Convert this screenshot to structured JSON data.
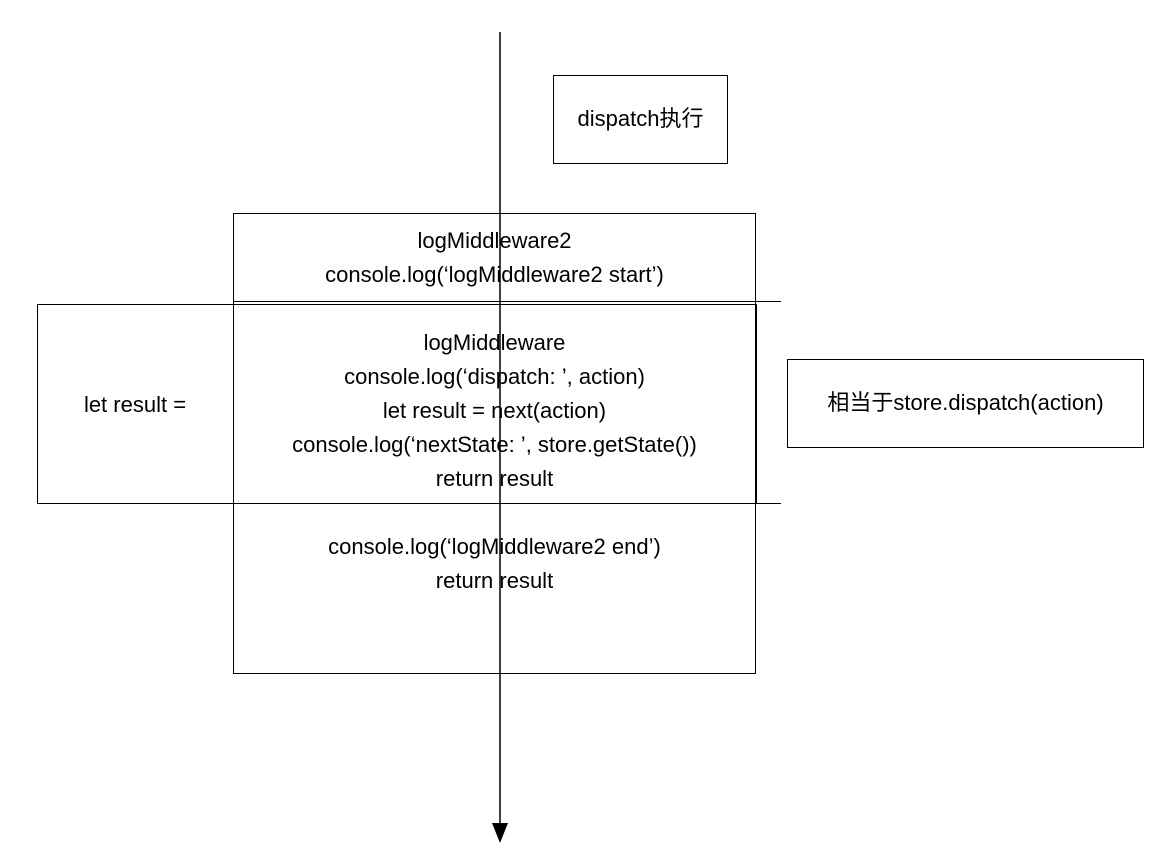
{
  "diagram": {
    "dispatch_label": "dispatch执行",
    "middleware2_top": {
      "lines": [
        "logMiddleware2",
        "console.log(‘logMiddleware2 start’)"
      ]
    },
    "middleware_inner": {
      "lines": [
        "logMiddleware",
        "console.log(‘dispatch: ’, action)",
        "let result = next(action)",
        "console.log(‘nextState: ’, store.getState())",
        "return result"
      ]
    },
    "middleware2_bottom": {
      "lines": [
        "console.log(‘logMiddleware2 end’)",
        "return result"
      ]
    },
    "let_result_label": "let result =",
    "equivalent_label": "相当于store.dispatch(action)"
  }
}
